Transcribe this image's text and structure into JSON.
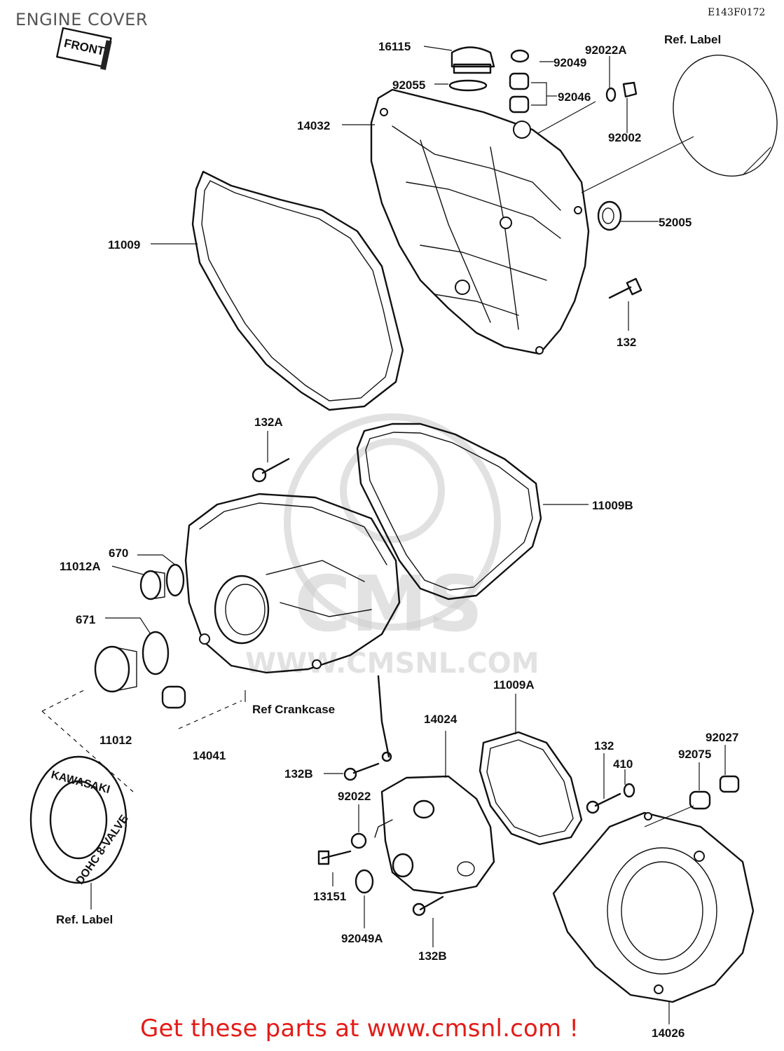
{
  "header": {
    "title": "ENGINE COVER",
    "diagram_code": "E143F0172"
  },
  "badge": {
    "front_label": "FRONT"
  },
  "watermark": {
    "brand": "CMS",
    "url": "WWW.CMSNL.COM"
  },
  "callouts": {
    "p16115": "16115",
    "p92049": "92049",
    "p92022A": "92022A",
    "ref_label_top": "Ref. Label",
    "p92055": "92055",
    "p92046": "92046",
    "p14032": "14032",
    "p92002": "92002",
    "p11009": "11009",
    "p52005": "52005",
    "p132_top": "132",
    "p132A": "132A",
    "p11009B": "11009B",
    "p670": "670",
    "p11012A": "11012A",
    "p671": "671",
    "ref_crankcase": "Ref  Crankcase",
    "p11012": "11012",
    "p14041": "14041",
    "p14024": "14024",
    "p11009A": "11009A",
    "p132_mid": "132",
    "p410": "410",
    "p92027": "92027",
    "p92075": "92075",
    "p132B_left": "132B",
    "p92022": "92022",
    "p13151": "13151",
    "p92049A": "92049A",
    "p132B_bottom": "132B",
    "ref_label_bottom": "Ref. Label",
    "p14026": "14026"
  },
  "ref_label_disc": {
    "text_top": "KAWASAKI",
    "text_bottom": "DOHC 8-VALVE"
  },
  "footer": {
    "cta": "Get these parts at www.cmsnl.com !"
  }
}
